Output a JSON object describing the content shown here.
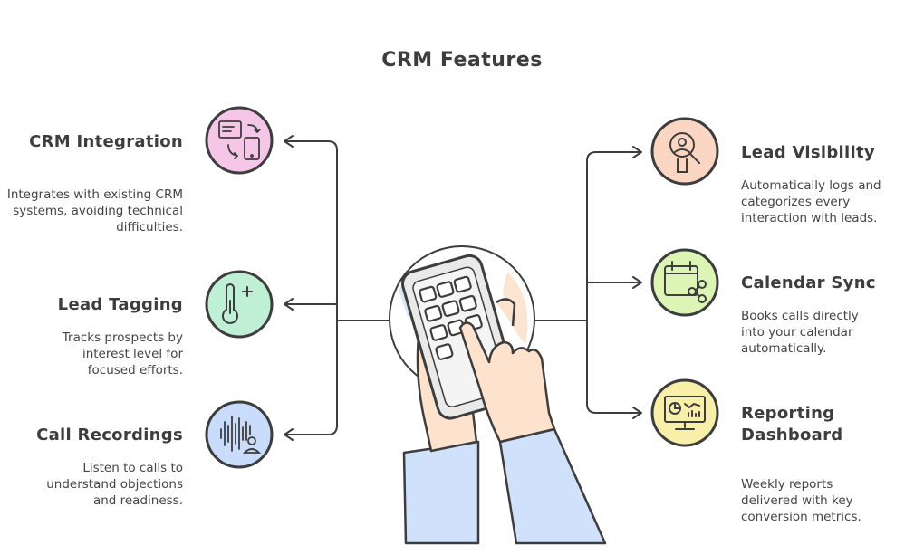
{
  "title": "CRM Features",
  "features": {
    "crm_integration": {
      "title": "CRM Integration",
      "description": "Integrates with existing CRM systems, avoiding technical difficulties.",
      "icon": "crm-sync-icon",
      "color": "#f6c6e8"
    },
    "lead_tagging": {
      "title": "Lead Tagging",
      "description": "Tracks prospects by interest level for focused efforts.",
      "icon": "thermometer-icon",
      "color": "#bff0d6"
    },
    "call_recordings": {
      "title": "Call Recordings",
      "description": "Listen to calls to understand objections and readiness.",
      "icon": "audio-wave-icon",
      "color": "#c9dcfb"
    },
    "lead_visibility": {
      "title": "Lead Visibility",
      "description": "Automatically logs and categorizes every interaction with leads.",
      "icon": "user-search-icon",
      "color": "#fbd6c2"
    },
    "calendar_sync": {
      "title": "Calendar Sync",
      "description": "Books calls directly into your calendar automatically.",
      "icon": "calendar-share-icon",
      "color": "#dcf5b5"
    },
    "reporting_dashboard": {
      "title": "Reporting Dashboard",
      "description": "Weekly reports delivered with key conversion metrics.",
      "icon": "dashboard-chart-icon",
      "color": "#f8f0a8"
    }
  }
}
